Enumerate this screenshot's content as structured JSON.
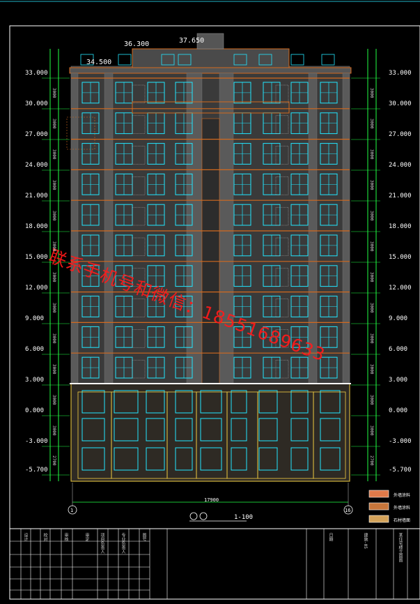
{
  "drawing": {
    "scale_title": "1-100",
    "watermark_text": "联系手机号和微信：18551689633",
    "overall_dim": "17900",
    "grid_left": "1",
    "grid_right": "16"
  },
  "elevations": {
    "top_labels": [
      "37.650",
      "36.300",
      "34.500"
    ],
    "levels": [
      "33.000",
      "30.000",
      "27.000",
      "24.000",
      "21.000",
      "18.000",
      "15.000",
      "12.000",
      "9.000",
      "6.000",
      "3.000",
      "0.000",
      "-3.000",
      "-5.700"
    ],
    "storey_dims": [
      "3000",
      "3000",
      "3000",
      "3000",
      "3000",
      "3000",
      "3000",
      "3000",
      "3000",
      "3000",
      "3000",
      "3000",
      "2700"
    ]
  },
  "legend": {
    "items": [
      {
        "label": "外墙涂料",
        "color": "#e07a4a"
      },
      {
        "label": "外墙涂料",
        "color": "#c8763b"
      },
      {
        "label": "石材墙面",
        "color": "#d4a35a"
      }
    ]
  },
  "title_block": {
    "cells": [
      "设计",
      "校对",
      "审核",
      "审定",
      "项目负责人",
      "专业负责人",
      "图号",
      "日期",
      "建施-05",
      "某住宅楼立面图"
    ]
  },
  "colors": {
    "frame": "#ffffff",
    "dim_green": "#22ff44",
    "window_cyan": "#22e6ff",
    "band_orange": "#d2691e",
    "wall_gray": "#5a5a5a",
    "podium_yellow": "#f5d142"
  }
}
